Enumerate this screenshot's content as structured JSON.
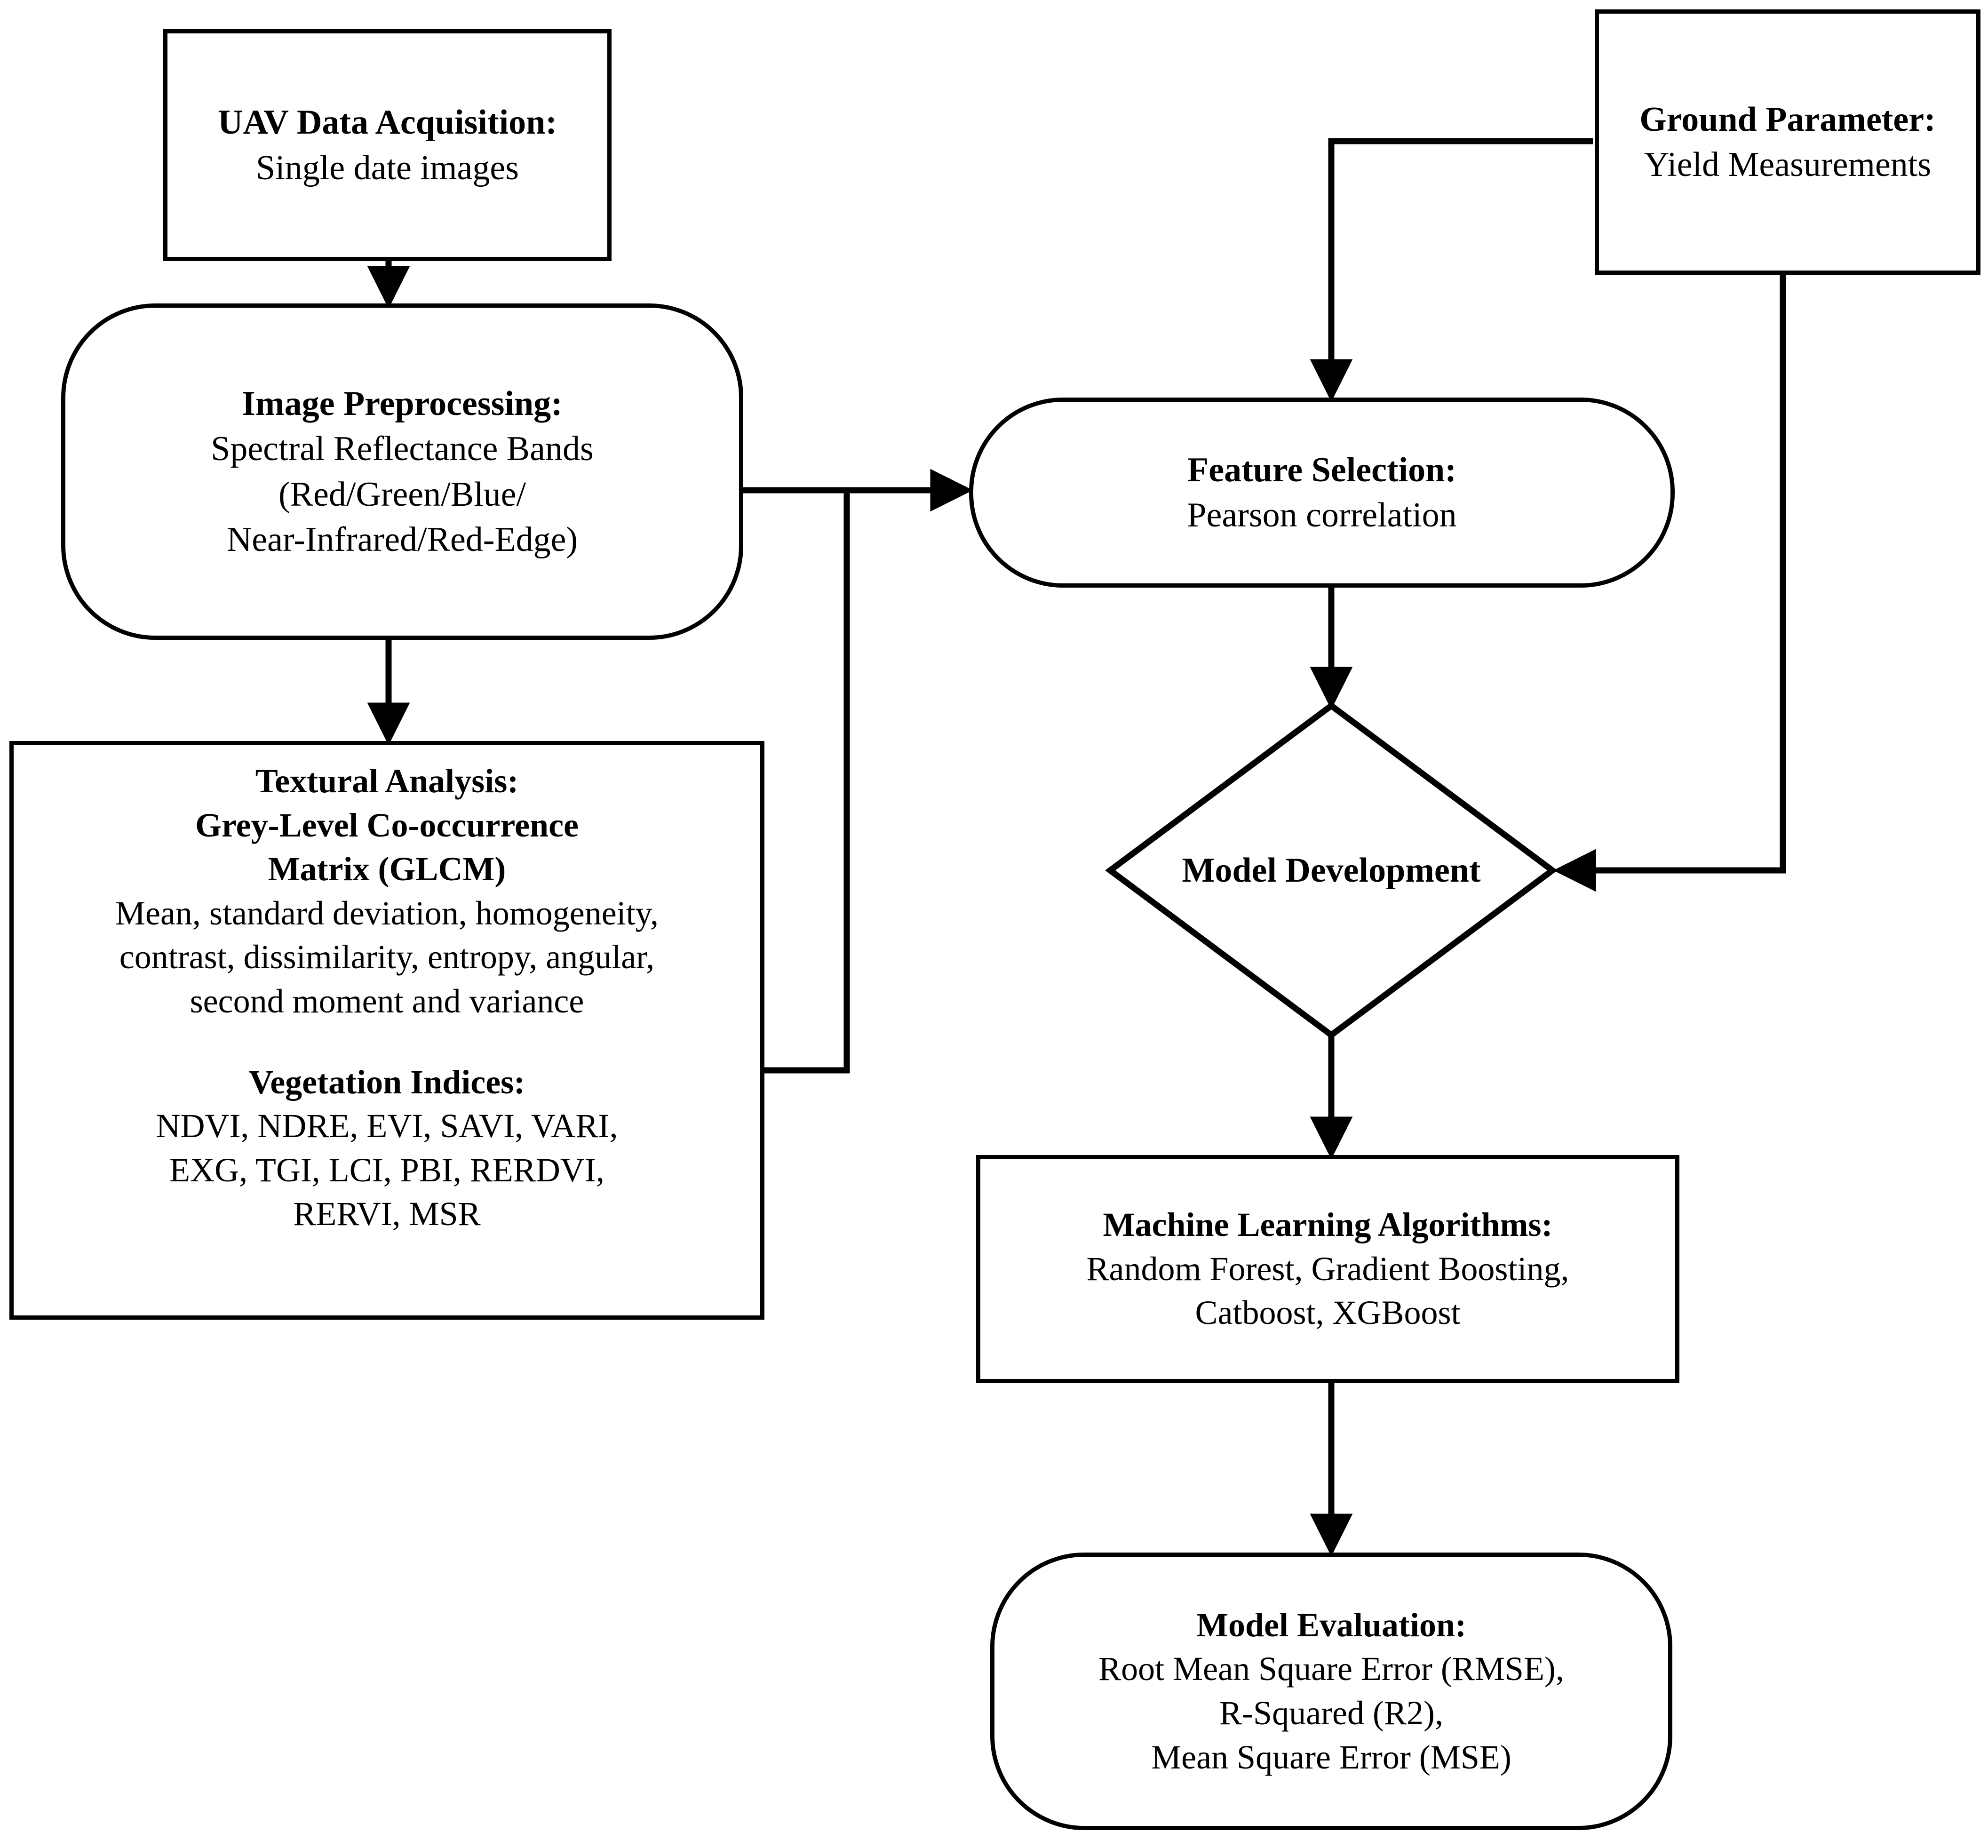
{
  "diagram": {
    "title": "UAV-based crop yield prediction workflow",
    "stroke_color": "#000000",
    "fill_color": "#ffffff"
  },
  "nodes": {
    "uav_data_acquisition": {
      "shape": "rectangle",
      "heading": "UAV Data Acquisition:",
      "lines": [
        "Single date images"
      ]
    },
    "image_preprocessing": {
      "shape": "rounded-rectangle",
      "heading": "Image Preprocessing:",
      "lines": [
        "Spectral Reflectance Bands",
        "(Red/Green/Blue/",
        "Near-Infrared/Red-Edge)"
      ]
    },
    "textural_analysis": {
      "shape": "rectangle",
      "heading1": "Textural Analysis:",
      "heading2": "Grey-Level Co-occurrence",
      "heading3": "Matrix (GLCM)",
      "glcm_lines": [
        "Mean, standard deviation, homogeneity,",
        "contrast, dissimilarity, entropy, angular,",
        "second moment and variance"
      ],
      "vi_heading": "Vegetation Indices:",
      "vi_lines": [
        "NDVI, NDRE, EVI, SAVI, VARI,",
        "EXG, TGI, LCI, PBI, RERDVI,",
        "RERVI, MSR"
      ]
    },
    "ground_parameter": {
      "shape": "rectangle",
      "heading": "Ground Parameter:",
      "lines": [
        "Yield Measurements"
      ]
    },
    "feature_selection": {
      "shape": "rounded-rectangle",
      "heading": "Feature Selection:",
      "lines": [
        "Pearson correlation"
      ]
    },
    "model_development": {
      "shape": "diamond",
      "label": "Model Development"
    },
    "machine_learning_algorithms": {
      "shape": "rectangle",
      "heading": "Machine Learning Algorithms:",
      "lines": [
        "Random Forest, Gradient Boosting,",
        "Catboost, XGBoost"
      ]
    },
    "model_evaluation": {
      "shape": "rounded-rectangle",
      "heading": "Model Evaluation:",
      "lines": [
        "Root Mean Square Error (RMSE),",
        "R-Squared (R2),",
        "Mean Square Error (MSE)"
      ]
    }
  },
  "edges": [
    {
      "from": "uav_data_acquisition",
      "to": "image_preprocessing",
      "style": "straight-down-arrow"
    },
    {
      "from": "image_preprocessing",
      "to": "textural_analysis",
      "style": "straight-down-arrow"
    },
    {
      "from": "image_preprocessing",
      "to": "feature_selection",
      "style": "right-arrow"
    },
    {
      "from": "textural_analysis",
      "to": "feature_selection",
      "style": "right-up-join-arrow"
    },
    {
      "from": "ground_parameter",
      "to": "feature_selection",
      "style": "left-down-arrow"
    },
    {
      "from": "ground_parameter",
      "to": "model_development",
      "style": "down-left-arrow"
    },
    {
      "from": "feature_selection",
      "to": "model_development",
      "style": "straight-down-arrow"
    },
    {
      "from": "model_development",
      "to": "machine_learning_algorithms",
      "style": "straight-down-arrow"
    },
    {
      "from": "machine_learning_algorithms",
      "to": "model_evaluation",
      "style": "straight-down-arrow"
    }
  ]
}
